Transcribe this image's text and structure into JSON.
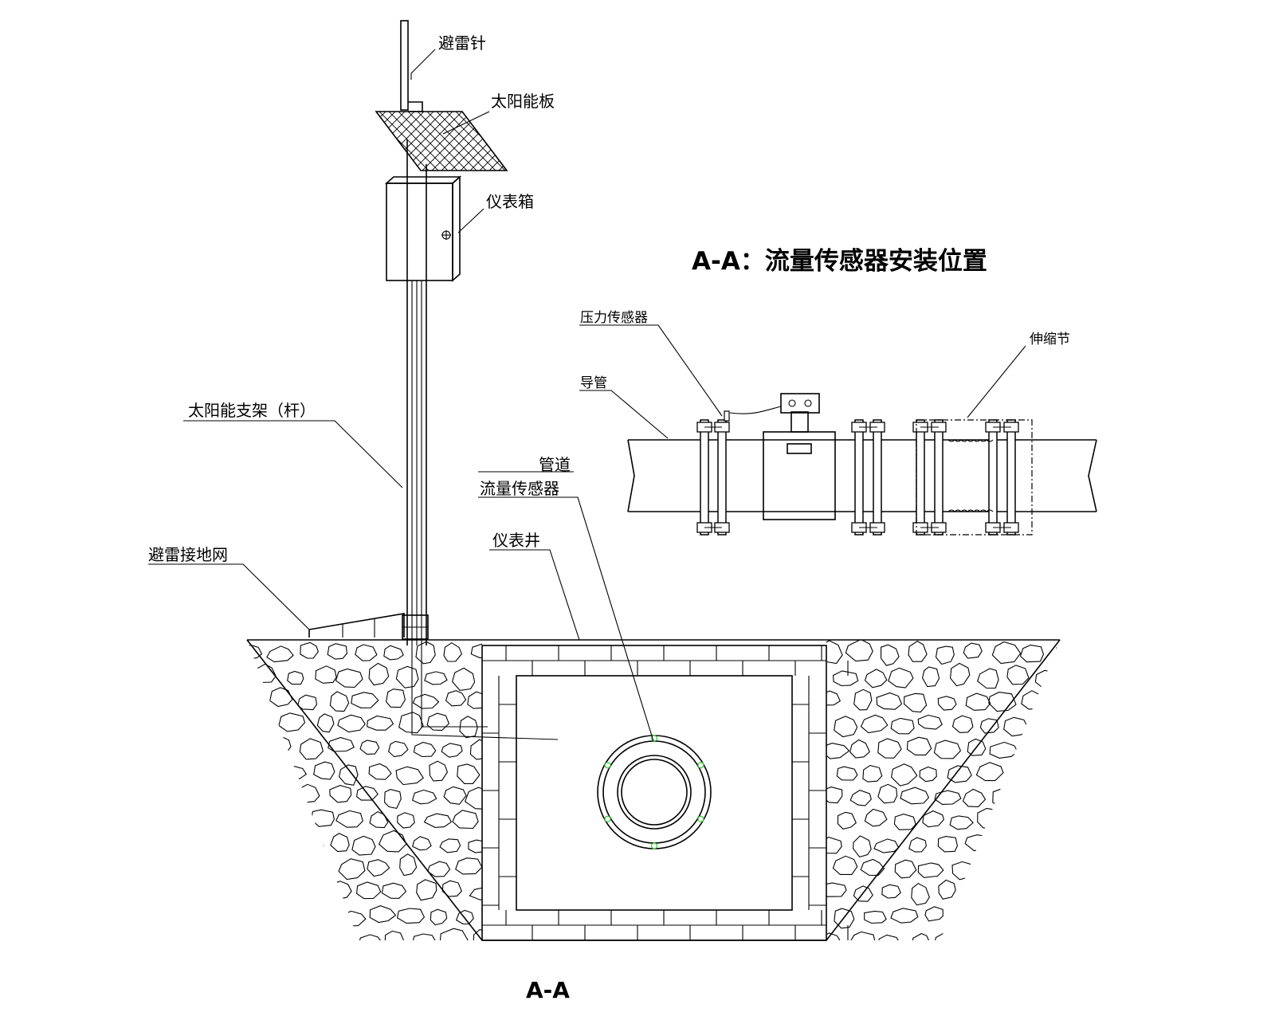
{
  "title": "A-A：流量传感器安装位置",
  "section_label": "A-A",
  "labels": {
    "lightning_rod": "避雷针",
    "solar_panel": "太阳能板",
    "instrument_box": "仪表箱",
    "solar_support": "太阳能支架（杆）",
    "lightning_ground": "避雷接地网",
    "pipe": "管道",
    "flow_sensor": "流量传感器",
    "instrument_well": "仪表井",
    "pressure_sensor": "压力传感器",
    "conduit": "导管",
    "expansion_joint": "伸缩节"
  },
  "colors": {
    "line": "#000000",
    "bolt": "#33cc33"
  }
}
